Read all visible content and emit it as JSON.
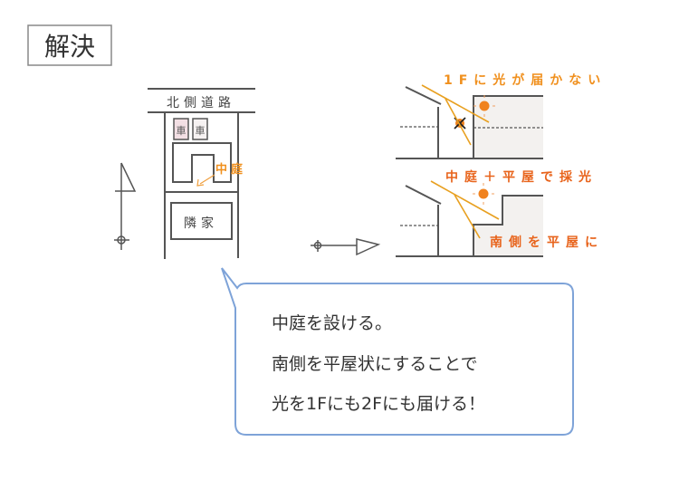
{
  "title": "解決",
  "site_plan": {
    "road_label": "北側道路",
    "car1": "車",
    "car2": "車",
    "courtyard_label": "中庭",
    "neighbor_label": "隣家"
  },
  "section_top": {
    "caption": "1Fに光が届かない"
  },
  "section_bottom": {
    "caption": "中庭＋平屋で採光",
    "note": "南側を平屋に"
  },
  "bubble": {
    "line1": "中庭を設ける。",
    "line2": "南側を平屋状にすることで",
    "line3": "光を1Fにも2Fにも届ける！"
  },
  "colors": {
    "orange": "#f0901e",
    "dark_orange": "#e8641c",
    "bubble_border": "#7ea3d8",
    "line": "#555555"
  }
}
